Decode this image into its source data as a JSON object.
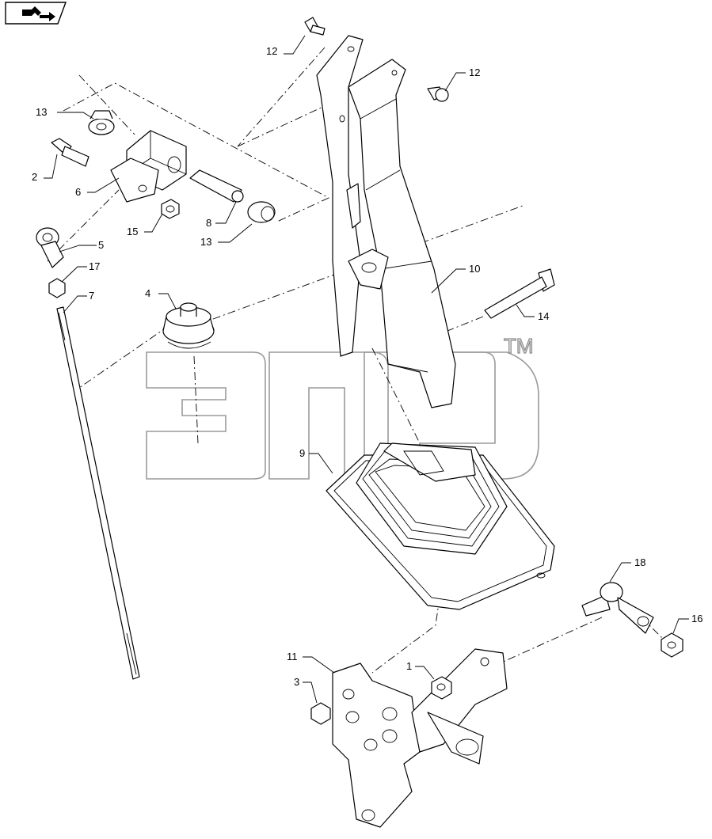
{
  "callouts": [
    {
      "id": "c2",
      "text": "2"
    },
    {
      "id": "c6",
      "text": "6"
    },
    {
      "id": "c13a",
      "text": "13"
    },
    {
      "id": "c13b",
      "text": "13"
    },
    {
      "id": "c15",
      "text": "15"
    },
    {
      "id": "c8",
      "text": "8"
    },
    {
      "id": "c5",
      "text": "5"
    },
    {
      "id": "c17",
      "text": "17"
    },
    {
      "id": "c7",
      "text": "7"
    },
    {
      "id": "c4",
      "text": "4"
    },
    {
      "id": "c12a",
      "text": "12"
    },
    {
      "id": "c12b",
      "text": "12"
    },
    {
      "id": "c10",
      "text": "10"
    },
    {
      "id": "c14",
      "text": "14"
    },
    {
      "id": "c9",
      "text": "9"
    },
    {
      "id": "c18",
      "text": "18"
    },
    {
      "id": "c16",
      "text": "16"
    },
    {
      "id": "c11",
      "text": "11"
    },
    {
      "id": "c1",
      "text": "1"
    },
    {
      "id": "c3",
      "text": "3"
    }
  ],
  "watermark": {
    "trademark": "TM"
  },
  "nav": {
    "icon": "return-arrow-icon"
  }
}
